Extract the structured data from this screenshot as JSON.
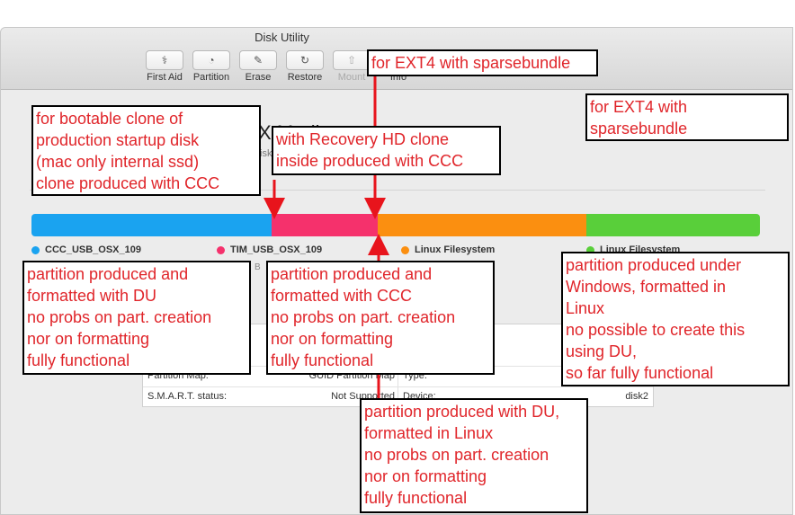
{
  "window": {
    "title": "Disk Utility",
    "toolbar": [
      {
        "label": "First Aid",
        "icon": "stethoscope-icon",
        "glyph": "⚕",
        "enabled": true
      },
      {
        "label": "Partition",
        "icon": "pie-chart-icon",
        "glyph": "◔",
        "enabled": true
      },
      {
        "label": "Erase",
        "icon": "eraser-icon",
        "glyph": "✎",
        "enabled": true
      },
      {
        "label": "Restore",
        "icon": "restore-icon",
        "glyph": "↻",
        "enabled": true
      },
      {
        "label": "Mount",
        "icon": "mount-icon",
        "glyph": "⇧",
        "enabled": false
      },
      {
        "label": "Info",
        "icon": "info-icon",
        "glyph": "ⓘ",
        "enabled": true
      }
    ]
  },
  "device": {
    "title_fragment": "X",
    "title_fragment_end": "Madia",
    "subtitle_fragment": "isk"
  },
  "partitions": [
    {
      "name": "CCC_USB_OSX_109",
      "color": "#1aa3f0",
      "share": 0.33
    },
    {
      "name": "TIM_USB_OSX_109",
      "color": "#f5316c",
      "share": 0.145
    },
    {
      "name": "Linux Filesystem",
      "color": "#fb8f10",
      "share": 0.287
    },
    {
      "name": "Linux Filesystem",
      "color": "#59cf3a",
      "share": 0.238
    }
  ],
  "legend_size_fragment": "B",
  "info_table": {
    "rows": [
      {
        "k1": "Partition Map:",
        "v1": "GUID Partition Map",
        "k2": "Type:",
        "v2": ""
      },
      {
        "k1": "S.M.A.R.T. status:",
        "v1": "Not Supported",
        "k2": "Device:",
        "v2": "disk2"
      }
    ]
  },
  "annotations": {
    "ext4_top": "for EXT4 with sparsebundle",
    "ext4_right": [
      "for EXT4 with",
      "sparsebundle"
    ],
    "bootable_clone": [
      "for bootable clone of",
      "production startup disk",
      "(mac only internal ssd)",
      "clone produced with CCC"
    ],
    "recovery_clone": [
      "with Recovery HD clone",
      "inside produced with CCC"
    ],
    "part1": [
      "partition produced and",
      "formatted with DU",
      "no probs on part. creation",
      "nor on formatting",
      "fully functional"
    ],
    "part2": [
      "partition produced and",
      "formatted with CCC",
      "no probs on part. creation",
      "nor on formatting",
      "fully functional"
    ],
    "part4": [
      "partition produced under",
      "Windows, formatted in",
      "Linux",
      "no possible to create this",
      "using DU,",
      "so far fully functional"
    ],
    "part3": [
      "partition produced with DU,",
      "formatted in Linux",
      "no probs on part. creation",
      "nor on formatting",
      "fully functional"
    ]
  },
  "colors": {
    "annotation_text": "#e0252a",
    "arrow": "#e8141c"
  }
}
